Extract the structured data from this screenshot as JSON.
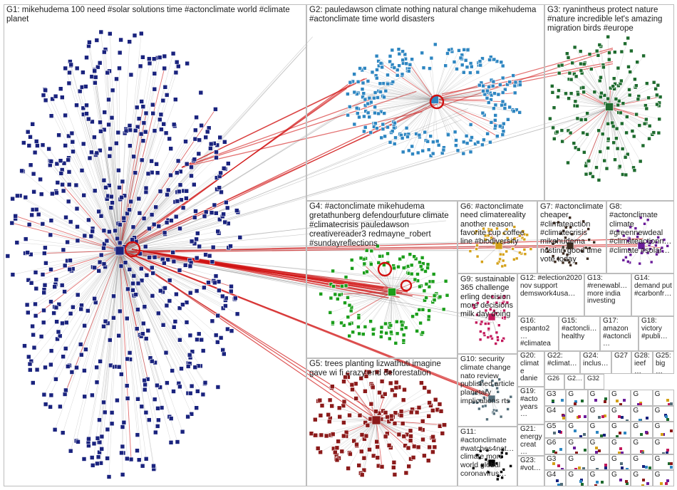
{
  "colors": {
    "background": "#ffffff",
    "group_border": "#bdbdbd",
    "edge_gray": "#8a8a8a",
    "edge_red": "#d01010",
    "G1": "#1a237e",
    "G2": "#2e86c1",
    "G3": "#1e6b2e",
    "G4": "#1b9e1b",
    "G5": "#8b1a1a",
    "G6": "#d4a017",
    "G7": "#3d2b1f",
    "G8": "#6a1b9a",
    "G9": "#c2185b",
    "G10": "#546e7a"
  },
  "groups": [
    {
      "id": "G1",
      "label": "G1: mikehudema 100 need #solar solutions time #actonclimate world #climate planet"
    },
    {
      "id": "G2",
      "label": "G2: pauledawson climate nothing natural change mikehudema #actonclimate time world disasters"
    },
    {
      "id": "G3",
      "label": "G3: ryanintheus protect nature #nature incredible let's amazing migration birds #europe"
    },
    {
      "id": "G4",
      "label": "G4: #actonclimate mikehudema gretathunberg defendourfuture climate #climatecrisis pauledawson creativereader3 redmayne_robert #sundayreflections"
    },
    {
      "id": "G5",
      "label": "G5: trees planting lizwathuti imagine gave wi fi crazy end deforestation"
    },
    {
      "id": "G6",
      "label": "G6: #actonclimate need climatereality another reason favorite cup coffee line #biodiversity"
    },
    {
      "id": "G7",
      "label": "G7: #actonclimate cheaper #climateaction #climatecrisis mikehudema ncstinn good time vote today"
    },
    {
      "id": "G8",
      "label": "G8: #actonclimate climate #greennewdeal #climateactionn… #climate #solar…"
    },
    {
      "id": "G9",
      "label": "G9: sustainable 365 challenge erling decision more decisions milk day doing"
    },
    {
      "id": "G10",
      "label": "G10: security climate change nato review published article planetary implications rts"
    },
    {
      "id": "G11",
      "label": "G11: #actonclimate #watches4nat… climate more world global coronavirus…"
    },
    {
      "id": "G12",
      "label": "G12: #election2020 nov support demswork4usa…"
    },
    {
      "id": "G13",
      "label": "G13: #renewabl… more india investing"
    },
    {
      "id": "G14",
      "label": "G14: demand put #carbonfr…"
    },
    {
      "id": "G15",
      "label": "G15: #actoncli… healthy"
    },
    {
      "id": "G16",
      "label": "G16: espanto2… #climatea…"
    },
    {
      "id": "G17",
      "label": "G17: amazon #actoncli…"
    },
    {
      "id": "G18",
      "label": "G18: victory #publi…"
    },
    {
      "id": "G19",
      "label": "G19: #acto years…"
    },
    {
      "id": "G20",
      "label": "G20: climate danie…"
    },
    {
      "id": "G21",
      "label": "G21: energy creat…"
    },
    {
      "id": "G22",
      "label": "G22: #climat…"
    },
    {
      "id": "G23",
      "label": "G23: #vot…"
    },
    {
      "id": "G24",
      "label": "G24: inclus…"
    },
    {
      "id": "G25",
      "label": "G25: big…"
    },
    {
      "id": "G26",
      "label": "G26"
    },
    {
      "id": "G27",
      "label": "G27"
    },
    {
      "id": "G28",
      "label": "G28: ieef…"
    },
    {
      "id": "G29",
      "label": "G2…"
    },
    {
      "id": "G32",
      "label": "G32"
    }
  ],
  "small_labels": [
    "G3",
    "G4",
    "G5",
    "G6",
    "G",
    "G",
    "G",
    "G"
  ]
}
